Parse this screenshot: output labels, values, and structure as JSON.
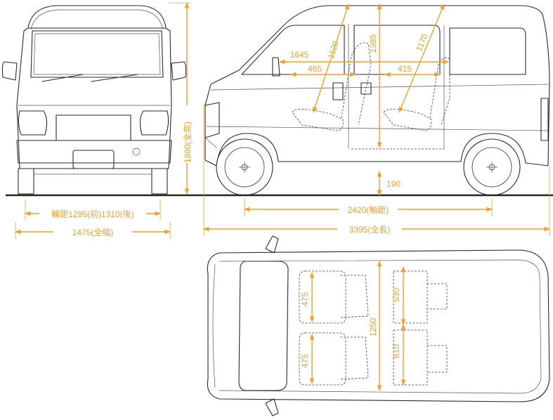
{
  "front_view": {
    "overall_height": "1880(全高)",
    "tread": "輪距1295(前)1310(後)",
    "overall_width": "1475(全幅)"
  },
  "side_view": {
    "interior_length": "1645",
    "front_seat_length": "465",
    "rear_seat_length": "415",
    "front_headroom": "1120",
    "interior_height": "1385",
    "rear_headroom": "1170",
    "ground_clearance": "190",
    "wheelbase": "2420(軸距)",
    "overall_length": "3395(全長)"
  },
  "top_view": {
    "front_seat_width_upper": "475",
    "front_seat_width_lower": "475",
    "interior_width": "1250",
    "rear_seat_width_upper": "530",
    "rear_seat_width_lower": "610"
  },
  "colors": {
    "dimension": "#f0a030",
    "outline": "#2a2a2a",
    "ground": "#222222"
  }
}
